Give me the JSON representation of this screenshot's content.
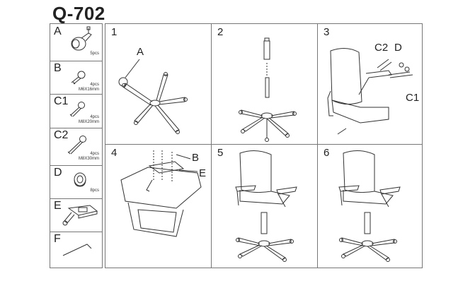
{
  "title": "Q-702",
  "parts": [
    {
      "label": "A",
      "qty": "5pcs",
      "size": ""
    },
    {
      "label": "B",
      "qty": "4pcs",
      "size": "M6X16mm"
    },
    {
      "label": "C1",
      "qty": "4pcs",
      "size": "M8X20mm"
    },
    {
      "label": "C2",
      "qty": "4pcs",
      "size": "M8X30mm"
    },
    {
      "label": "D",
      "qty": "8pcs",
      "size": ""
    },
    {
      "label": "E",
      "qty": "",
      "size": ""
    },
    {
      "label": "F",
      "qty": "",
      "size": ""
    }
  ],
  "steps": [
    "1",
    "2",
    "3",
    "4",
    "5",
    "6"
  ],
  "callouts": {
    "s1_a": "A",
    "s3_c2": "C2",
    "s3_d": "D",
    "s3_c1": "C1",
    "s4_b": "B",
    "s4_e": "E"
  },
  "icons": [
    "caster-icon",
    "bolt-icon",
    "washer-icon",
    "mechanism-plate-icon",
    "allen-key-icon",
    "chair-base-icon",
    "gas-lift-icon",
    "office-chair-icon"
  ]
}
